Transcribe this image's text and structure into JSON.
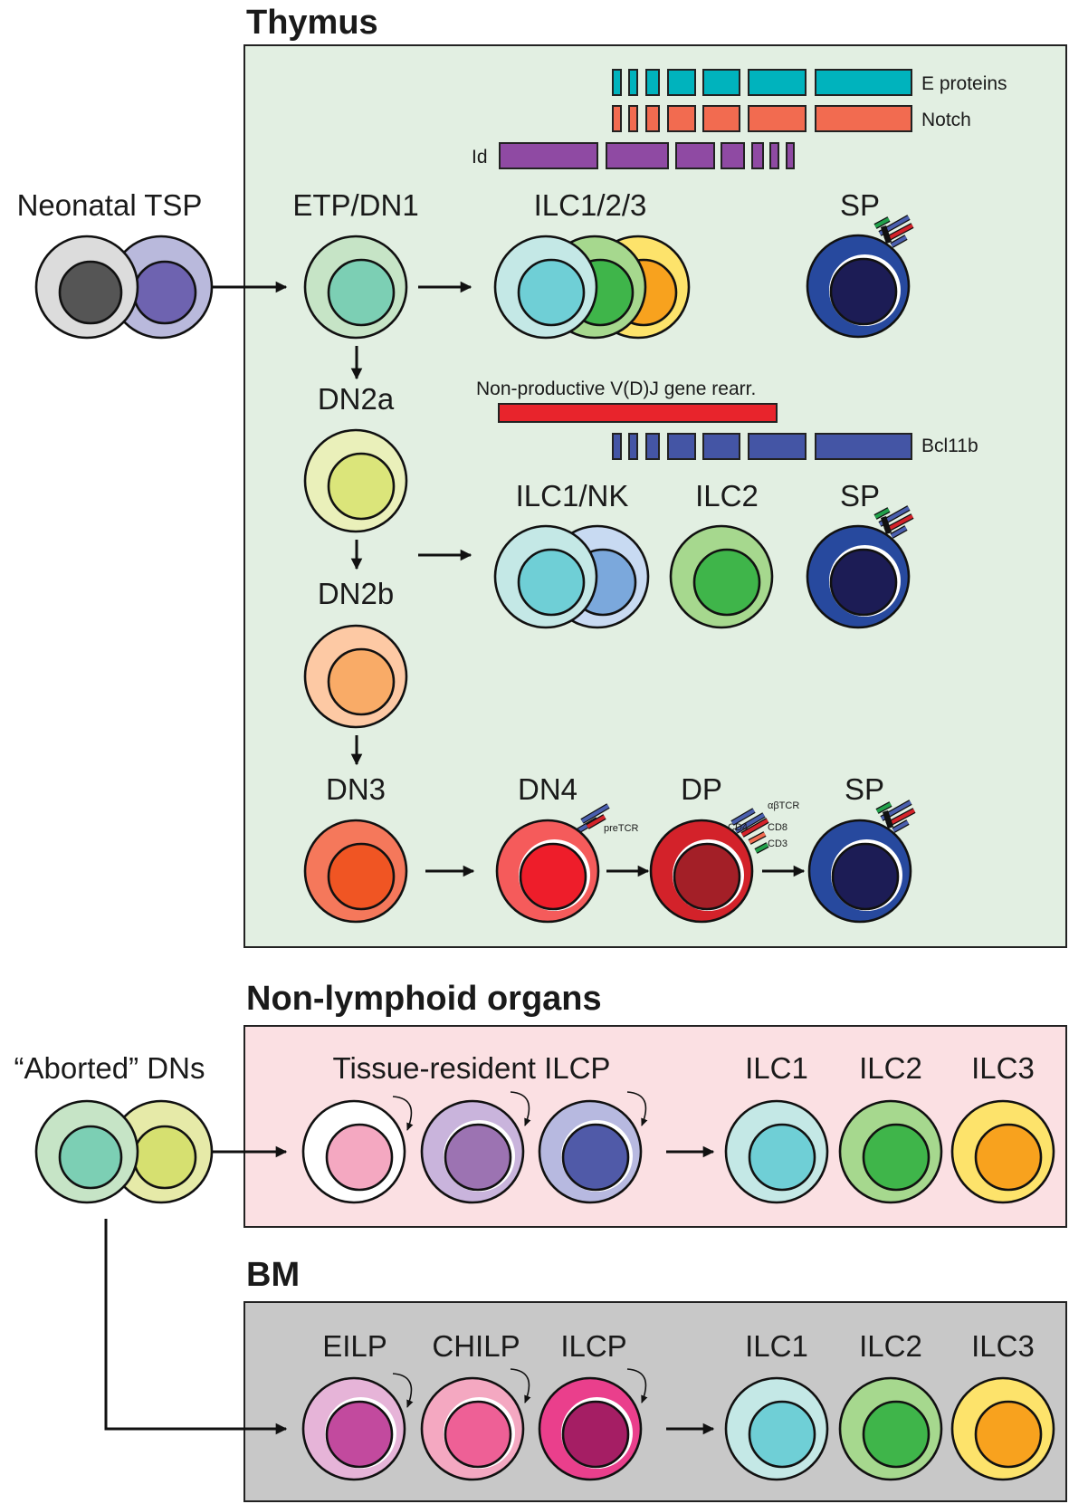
{
  "sections": {
    "thymus": "Thymus",
    "non_lymphoid": "Non-lymphoid organs",
    "bm": "BM"
  },
  "sources": {
    "neonatal_tsp": "Neonatal TSP",
    "aborted_dns": "“Aborted” DNs"
  },
  "gradients": {
    "e_proteins": "E proteins",
    "notch": "Notch",
    "id": "Id",
    "bcl11b": "Bcl11b",
    "nonproductive": "Non-productive V(D)J gene rearr."
  },
  "cells": {
    "etp_dn1": "ETP/DN1",
    "dn2a": "DN2a",
    "dn2b": "DN2b",
    "dn3": "DN3",
    "dn4": "DN4",
    "dp": "DP",
    "ilc123": "ILC1/2/3",
    "sp_top": "SP",
    "ilc1_nk": "ILC1/NK",
    "ilc2_mid": "ILC2",
    "sp_mid": "SP",
    "sp_bottom": "SP",
    "tissue_resident_ilcp": "Tissue-resident ILCP",
    "nl_ilc1": "ILC1",
    "nl_ilc2": "ILC2",
    "nl_ilc3": "ILC3",
    "eilp": "EILP",
    "chilp": "CHILP",
    "ilcp": "ILCP",
    "bm_ilc1": "ILC1",
    "bm_ilc2": "ILC2",
    "bm_ilc3": "ILC3"
  },
  "receptors": {
    "pretcr": "preTCR",
    "cd4": "CD4",
    "abtcr": "αβTCR",
    "cd8": "CD8",
    "cd3": "CD3"
  },
  "colors": {
    "thymus_bg": "#e2efe2",
    "non_lymphoid_bg": "#fbe0e3",
    "bm_bg": "#c8c8c8",
    "e_proteins": "#00b3bd",
    "notch": "#f26b50",
    "id": "#8f4aa3",
    "bcl11b": "#4455a5",
    "nonproductive": "#e8242c"
  }
}
